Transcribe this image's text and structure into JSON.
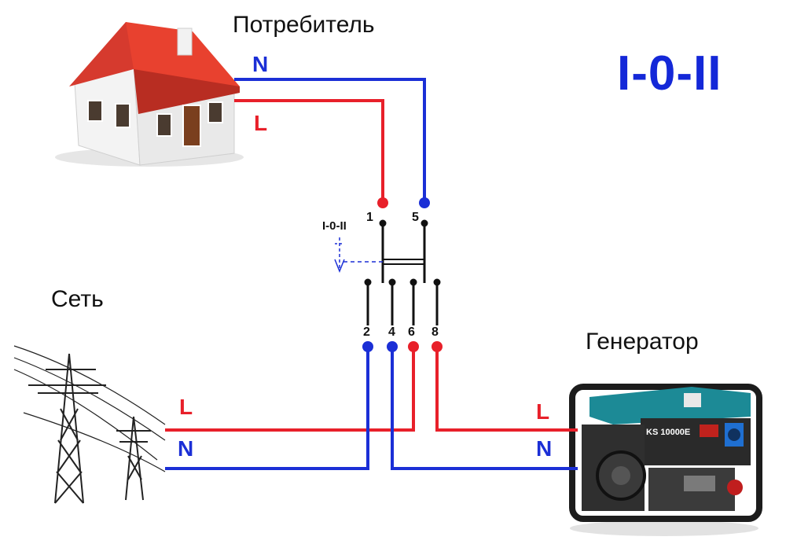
{
  "diagram": {
    "title": "I-0-II",
    "labels": {
      "consumer": "Потребитель",
      "grid": "Сеть",
      "generator": "Генератор"
    },
    "wire_labels": {
      "consumer_n": "N",
      "consumer_l": "L",
      "grid_l": "L",
      "grid_n": "N",
      "gen_l": "L",
      "gen_n": "N"
    },
    "pins": {
      "p1": "1",
      "p5": "5",
      "p2": "2",
      "p4": "4",
      "p6": "6",
      "p8": "8"
    },
    "switch_label": "I-0-II",
    "generator_model": "KS 10000E",
    "colors": {
      "phase": "#e8202a",
      "neutral": "#1b2fd6",
      "title": "#1428d8"
    }
  }
}
